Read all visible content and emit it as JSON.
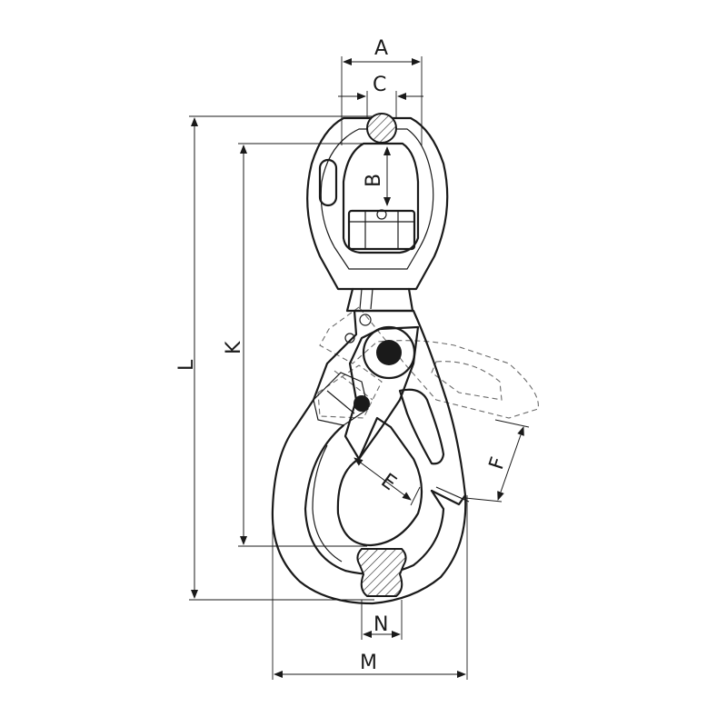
{
  "labels": {
    "A": "A",
    "B": "B",
    "C": "C",
    "E": "E",
    "F": "F",
    "K": "K",
    "L": "L",
    "M": "M",
    "N": "N"
  },
  "colors": {
    "line": "#1a1a1a",
    "ghost": "#6a6a6a",
    "background": "#ffffff"
  }
}
